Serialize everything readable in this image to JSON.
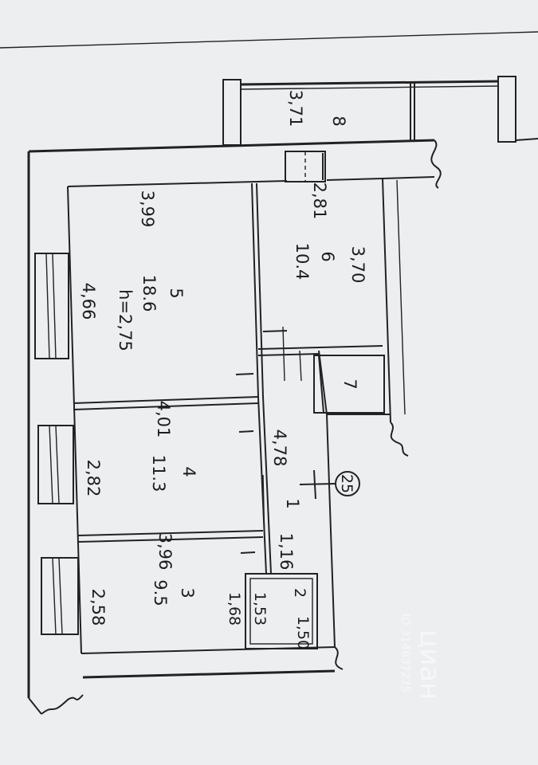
{
  "balcony": {
    "width": "3,71",
    "number": "8"
  },
  "rooms": [
    {
      "number": "5",
      "area": "18.6",
      "height": "h=2,75",
      "width": "3,99",
      "length": "4,66"
    },
    {
      "number": "6",
      "area": "10.4",
      "width": "2,81",
      "length": "3,70"
    },
    {
      "number": "4",
      "area": "11.3",
      "width": "4,01",
      "length": "2,82"
    },
    {
      "number": "3",
      "area": "9.5",
      "width": "3,96",
      "length": "2,58"
    },
    {
      "number": "7"
    },
    {
      "number": "1",
      "length": "4,78",
      "width": "1,16"
    },
    {
      "number": "2",
      "width": "1,53",
      "length": "1,50"
    }
  ],
  "extra_dims": {
    "d1": "1,68"
  },
  "flat_marker": "25",
  "watermark": {
    "brand": "циан",
    "id": "ID 314637275"
  }
}
